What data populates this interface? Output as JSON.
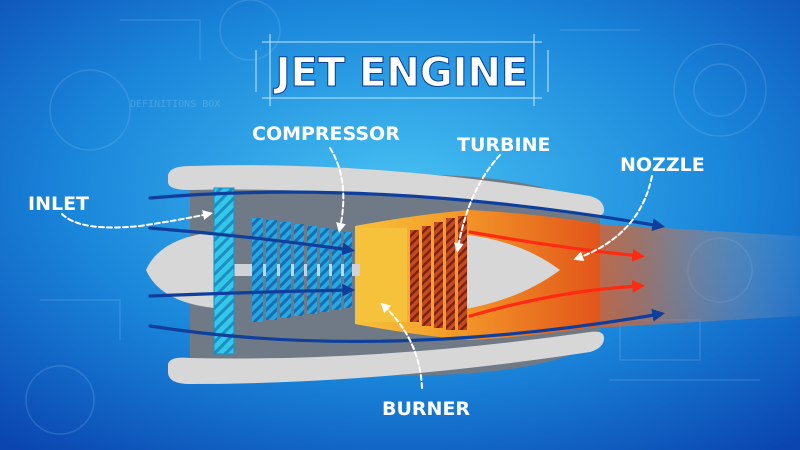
{
  "title": "JET ENGINE",
  "watermark": "DEFINITIONS BOX",
  "labels": {
    "inlet": "INLET",
    "compressor": "COMPRESSOR",
    "turbine": "TURBINE",
    "nozzle": "NOZZLE",
    "burner": "BURNER"
  },
  "colors": {
    "background_center": "#3fb6ee",
    "background_edge": "#0b4bb8",
    "casing": "#d7d7d7",
    "inlet_fan": "#34c7e8",
    "compressor_blades": "#1e9fd8",
    "burner": "#f6c23b",
    "turbine_blades": "#b23a1b",
    "exhaust": "#f26b1d",
    "airflow_arrow": "#0e3f9c",
    "hot_arrow": "#ff2a12"
  }
}
